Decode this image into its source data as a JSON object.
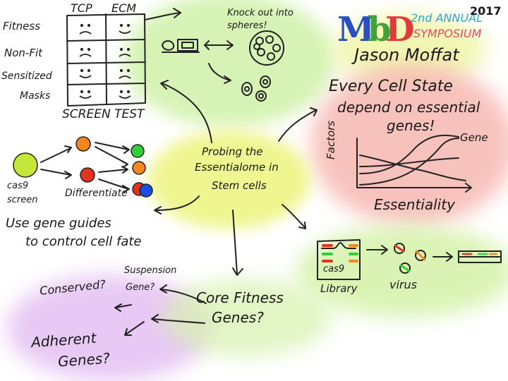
{
  "header": {
    "logo_m": "M",
    "logo_b": "b",
    "logo_d": "D",
    "annual": "2nd ANNUAL",
    "symposium": "SYMPOSIUM",
    "year": "2017",
    "speaker": "Jason Moffat"
  },
  "screen_table": {
    "col_labels": [
      "TCP",
      "ECM"
    ],
    "row_labels": [
      "Fitness",
      "Non-Fit",
      "Sensitized",
      "Masks"
    ],
    "title": "SCREEN TEST"
  },
  "knockout": {
    "label": "Knock out into spheres!"
  },
  "essential": {
    "title_lines": [
      "Every Cell State",
      "depend on essential",
      "genes!"
    ],
    "gene_label": "Gene",
    "y_axis": "Factors",
    "x_axis": "Essentiality"
  },
  "center": {
    "lines": [
      "Probing the",
      "Essentialome in",
      "Stem cells"
    ]
  },
  "cas9_left": {
    "cas9": "cas9",
    "screen": "screen",
    "differentiate": "Differentiate",
    "use_guides": "Use gene guides",
    "control": "to control cell fate"
  },
  "library": {
    "cas9": "cas9",
    "library": "Library",
    "virus": "virus"
  },
  "core": {
    "core_lines": [
      "Core Fitness",
      "Genes?"
    ],
    "suspension": "Suspension",
    "gene": "Gene?",
    "conserved": "Conserved?",
    "adherent_lines": [
      "Adherent",
      "Genes?"
    ]
  },
  "colors": {
    "logo_m": "#2a4fc4",
    "logo_b": "#3fa33a",
    "logo_d": "#e23a3a",
    "annual": "#2aa8d8",
    "symposium": "#e8456a",
    "wash_green": "#c9ee9f",
    "wash_red": "#f6b5b0",
    "wash_yellow": "#eef58a",
    "wash_purple": "#e3bdf2"
  }
}
